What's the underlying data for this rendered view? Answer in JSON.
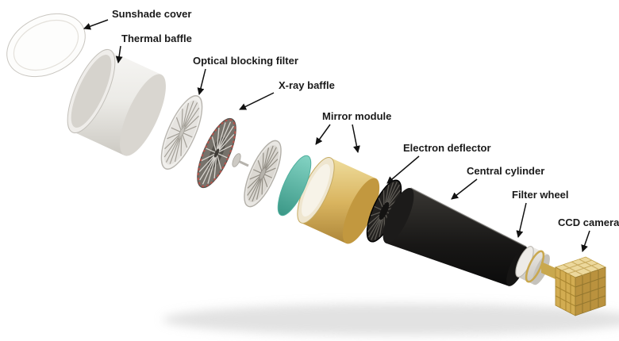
{
  "figure": {
    "labels": [
      {
        "id": "sunshade-cover",
        "text": "Sunshade cover"
      },
      {
        "id": "thermal-baffle",
        "text": "Thermal baffle"
      },
      {
        "id": "optical-blocking-filter",
        "text": "Optical blocking filter"
      },
      {
        "id": "x-ray-baffle",
        "text": "X-ray baffle"
      },
      {
        "id": "mirror-module",
        "text": "Mirror module"
      },
      {
        "id": "electron-deflector",
        "text": "Electron deflector"
      },
      {
        "id": "central-cylinder",
        "text": "Central cylinder"
      },
      {
        "id": "filter-wheel",
        "text": "Filter wheel"
      },
      {
        "id": "ccd-camera",
        "text": "CCD camera"
      }
    ],
    "colors": {
      "background": "#ffffff",
      "label_text": "#1a1a1a",
      "arrow": "#111111",
      "gold": "#d2ac51",
      "teal": "#4fae9d",
      "dark_cylinder": "#161514",
      "white_component": "#edebe7",
      "baffle_rim_red": "#b5524a",
      "shadow": "#cfcfcf"
    }
  }
}
